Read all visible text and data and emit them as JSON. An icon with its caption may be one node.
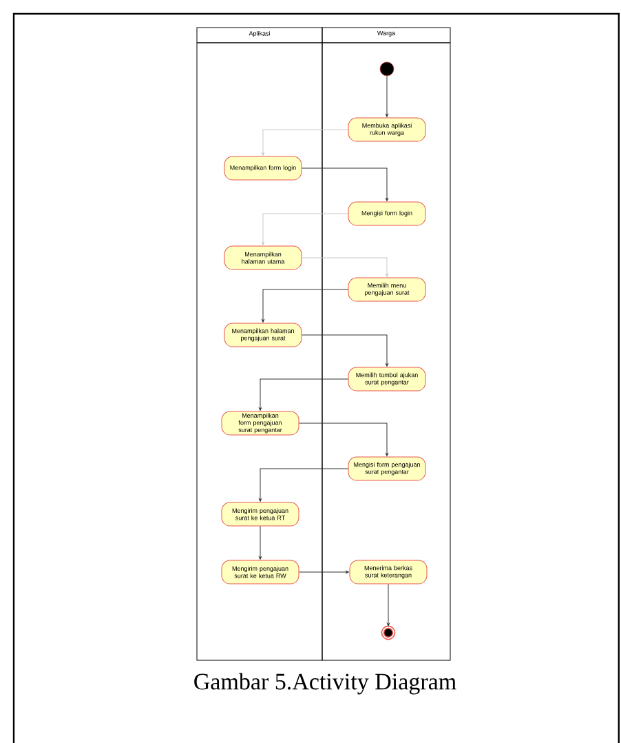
{
  "diagram": {
    "caption": "Gambar 5.Activity Diagram",
    "nodes": [
      {
        "text": [
          "Aplikasi"
        ]
      },
      {
        "text": [
          "Warga"
        ]
      },
      {
        "text": [],
        "shape": "circle",
        "in": 1
      },
      {
        "text": [
          "Membuka aplikasi rukun warga"
        ],
        "in": 1
      },
      {
        "text": [
          "Menampilkan form login"
        ],
        "in": 0
      },
      {
        "text": [
          "Mengisi form login"
        ],
        "in": 1
      },
      {
        "text": [
          "Menampilkan halaman utama"
        ],
        "in": 0
      },
      {
        "text": [
          "Memilih menu pengajuan surat"
        ],
        "in": 1
      },
      {
        "text": [
          "Menampilkan halaman pengajuan surat"
        ],
        "in": 0
      },
      {
        "text": [
          "Memilih tombol ajukan surat pengantar"
        ],
        "in": 1
      },
      {
        "text": [
          "Menampilkan form pengajuan surat pengantar"
        ],
        "in": 0
      },
      {
        "text": [
          "Mengisi form pengajuan surat pengantar"
        ],
        "in": 1
      },
      {
        "text": [
          "Mengirim pengajuan surat ke ketua RT"
        ],
        "in": 0
      },
      {
        "text": [
          "Mengirim pengajuan surat ke ketua RW"
        ],
        "in": 0
      },
      {
        "text": [
          "Menerima berkas surat keterangan"
        ],
        "in": 1
      },
      {
        "text": [],
        "shape": "circle",
        "in": 1
      }
    ],
    "edges": [
      {
        "from": 2,
        "to": 3,
        "arrow": "to"
      },
      {
        "from": 3,
        "to": 4,
        "arrow": "to",
        "color": "#c8c8c8"
      },
      {
        "from": 4,
        "to": 5,
        "arrow": "to"
      },
      {
        "from": 5,
        "to": 6,
        "arrow": "to",
        "color": "#c8c8c8"
      },
      {
        "from": 6,
        "to": 7,
        "arrow": "to",
        "color": "#c8c8c8"
      },
      {
        "from": 7,
        "to": 8,
        "arrow": "to"
      },
      {
        "from": 8,
        "to": 9,
        "arrow": "to"
      },
      {
        "from": 9,
        "to": 10,
        "arrow": "to"
      },
      {
        "from": 10,
        "to": 11,
        "arrow": "to"
      },
      {
        "from": 11,
        "to": 12,
        "arrow": "to"
      },
      {
        "from": 12,
        "to": 13,
        "arrow": "to"
      },
      {
        "from": 13,
        "to": 14,
        "arrow": "to"
      },
      {
        "from": 14,
        "to": 15,
        "arrow": "to"
      }
    ]
  }
}
